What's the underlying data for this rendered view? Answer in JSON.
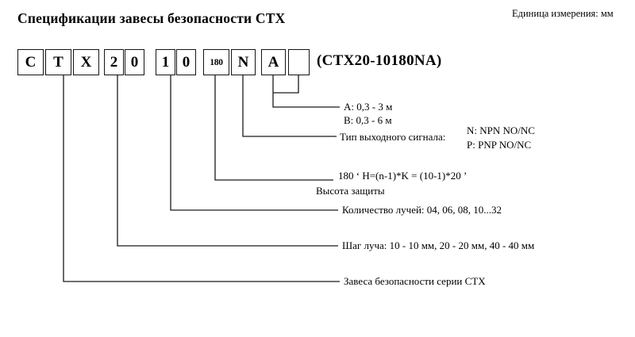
{
  "header": {
    "title": "Спецификации завесы безопасности СТХ",
    "unit_note": "Единица измерения: мм"
  },
  "code": {
    "boxes": [
      "С",
      "Т",
      "Х",
      "2",
      "0",
      "1",
      "0",
      "180",
      "N",
      "A",
      ""
    ],
    "full_code": "(СТХ20-10180NA)"
  },
  "labels": {
    "range": [
      "A: 0,3 - 3 м",
      "В: 0,3 - 6 м"
    ],
    "signal": {
      "label": "Тип выходного сигнала:",
      "options": [
        "N: NPN NO/NC",
        "P: PNP NO/NC"
      ]
    },
    "height": {
      "formula": "180  ‘ H=(n-1)*K = (10-1)*20 ’",
      "caption": "Высота защиты"
    },
    "beams": "Количество лучей: 04, 06, 08, 10...32",
    "pitch": "Шаг луча: 10 - 10 мм, 20 - 20 мм, 40 - 40 мм",
    "series": "Завеса безопасности серии СТХ"
  }
}
